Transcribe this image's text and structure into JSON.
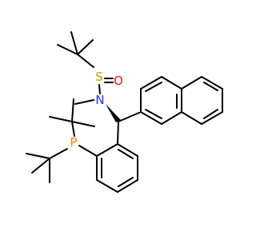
{
  "molecule": {
    "atom_labels": {
      "sulfur": "S",
      "oxygen": "O",
      "nitrogen": "N",
      "phosphorus": "P"
    },
    "colors": {
      "bond": "#000000",
      "sulfur": "#b8a000",
      "oxygen": "#ff0d0d",
      "nitrogen": "#2b2bff",
      "phosphorus": "#ff8000"
    }
  }
}
